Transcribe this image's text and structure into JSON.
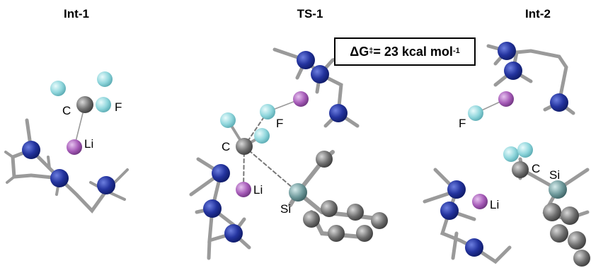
{
  "panels": [
    {
      "title": "Int-1"
    },
    {
      "title": "TS-1"
    },
    {
      "title": "Int-2"
    }
  ],
  "energy": {
    "prefix": "ΔG",
    "dagger": "‡",
    "middle": " = 23 kcal mol",
    "exponent": "-1"
  },
  "labels": {
    "int1": {
      "c": "C",
      "f": "F",
      "li": "Li"
    },
    "ts1": {
      "c": "C",
      "f": "F",
      "li": "Li",
      "si": "Si"
    },
    "int2": {
      "f": "F",
      "c": "C",
      "si": "Si",
      "li": "Li"
    }
  },
  "colors": {
    "nitrogen": "#1f2f9c",
    "fluorine": "#8fd6dc",
    "lithium": "#a65bb8",
    "carbon": "#6f6f6f",
    "silicon": "#6f9a9c",
    "bond": "#9a9a9a"
  }
}
